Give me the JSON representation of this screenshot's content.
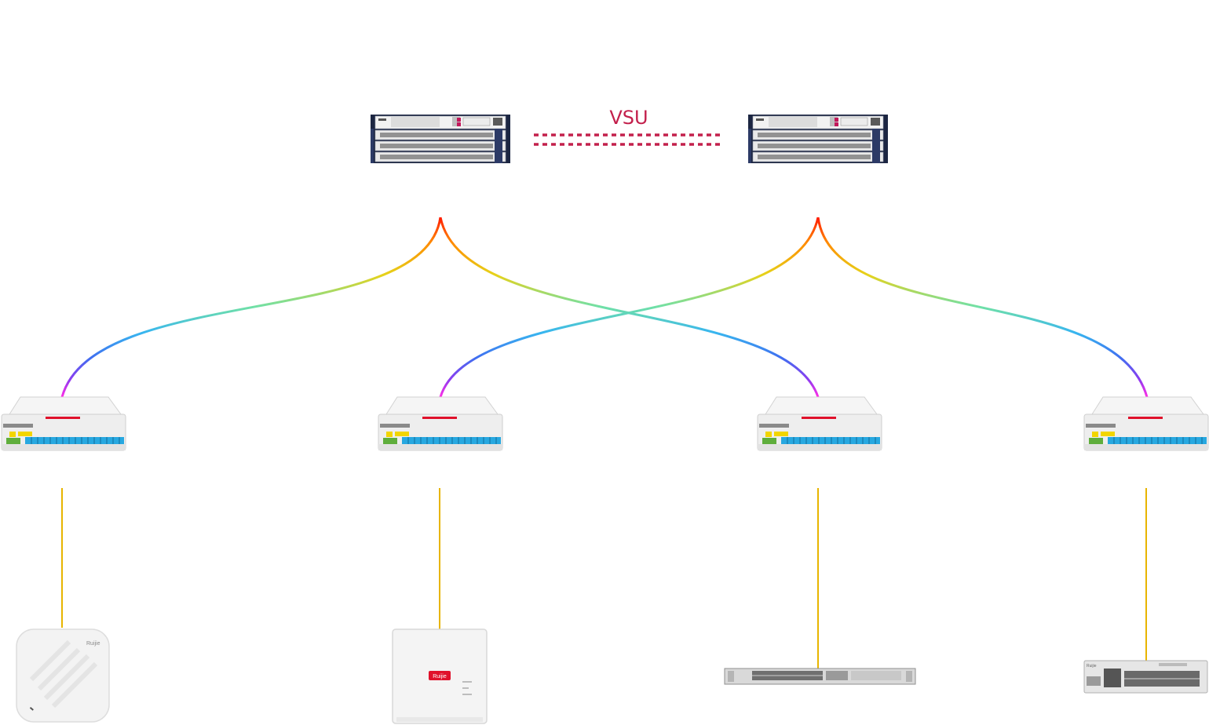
{
  "vsu_label": "VSU",
  "colors": {
    "vsu_link": "#c3204c",
    "uplink_gradient": [
      "#ff1a00",
      "#ff8a00",
      "#e6d21a",
      "#6fe0a8",
      "#38b6ef",
      "#3f6ff0",
      "#8a3cf0",
      "#ff2ee6"
    ],
    "drop_cable": "#e8b500",
    "chassis_dark": "#1c2642",
    "splitter_body": "#eeeeee",
    "splitter_port": "#27a8e0",
    "splitter_label": "#e0112b",
    "ap_body": "#f3f3f3",
    "brand_red": "#e0112b"
  },
  "nodes": {
    "core_switches": [
      "core-switch-left",
      "core-switch-right"
    ],
    "splitters": [
      "splitter-1",
      "splitter-2",
      "splitter-3",
      "splitter-4"
    ],
    "endpoints": [
      "ceiling-ap",
      "wall-ap",
      "rack-switch",
      "desktop-switch"
    ]
  },
  "brand": "Ruijie"
}
